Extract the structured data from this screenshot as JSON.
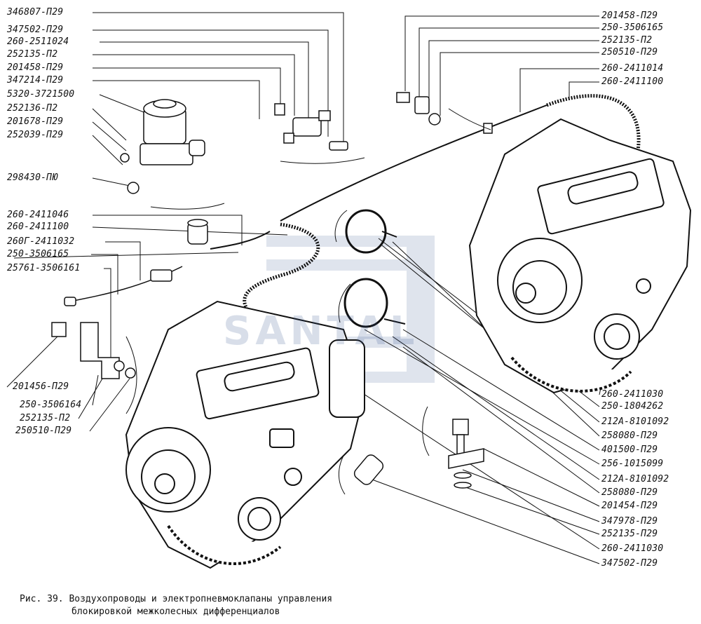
{
  "figure": {
    "caption_line1": "Рис. 39. Воздухопроводы и электропневмоклапаны управления",
    "caption_line2": "блокировкой межколесных дифференциалов",
    "watermark": "SANTAL"
  },
  "labels_left": [
    "346807-П29",
    "347502-П29",
    "260-2511024",
    "252135-П2",
    "201458-П29",
    "347214-П29",
    "5320-3721500",
    "252136-П2",
    "201678-П29",
    "252039-П29",
    "298430-ПЮ",
    "260-2411046",
    "260-2411100",
    "260Г-2411032",
    "250-3506165",
    "25761-3506161",
    "201456-П29",
    "250-3506164",
    "252135-П2",
    "250510-П29"
  ],
  "labels_right": [
    "201458-П29",
    "250-3506165",
    "252135-П2",
    "250510-П29",
    "260-2411014",
    "260-2411100",
    "260-2411030",
    "250-1804262",
    "212А-8101092",
    "258080-П29",
    "401500-П29",
    "256-1015099",
    "212А-8101092",
    "258080-П29",
    "201454-П29",
    "347978-П29",
    "252135-П29",
    "260-2411030",
    "347502-П29"
  ],
  "colors": {
    "ink": "#111111",
    "watermark": "#2f4e8c"
  }
}
